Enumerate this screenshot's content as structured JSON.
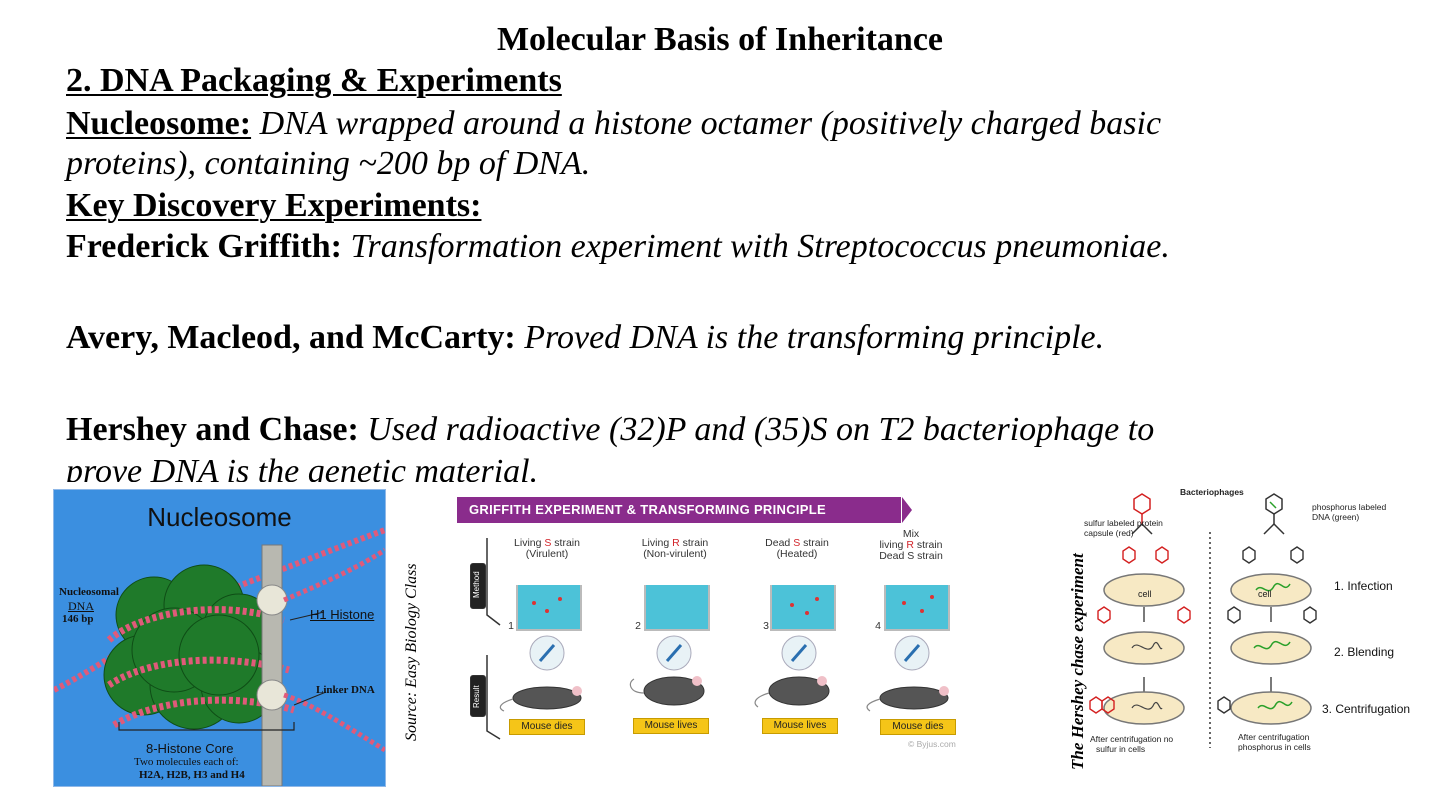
{
  "title": "Molecular Basis of Inheritance",
  "section_heading": "2. DNA Packaging & Experiments",
  "nucleosome": {
    "label": "Nucleosome:",
    "text_line1": "DNA wrapped around a histone octamer (positively charged basic",
    "text_line2": "proteins), containing ~200 bp of DNA."
  },
  "key_heading": "Key Discovery Experiments:",
  "griffith": {
    "label": "Frederick Griffith:",
    "text": "Transformation experiment with Streptococcus pneumoniae."
  },
  "avery": {
    "label": "Avery, Macleod, and McCarty:",
    "text": "Proved DNA is the transforming principle."
  },
  "hershey": {
    "label": "Hershey and Chase:",
    "text_line1": "Used radioactive (32)P and (35)S on T2 bacteriophage to",
    "text_line2": "prove DNA is the genetic material."
  },
  "figure_nucleosome": {
    "title": "Nucleosome",
    "nucleosomal_dna_1": "Nucleosomal",
    "nucleosomal_dna_2": "DNA",
    "nucleosomal_dna_3": "146 bp",
    "h1_histone": "H1 Histone",
    "linker_dna": "Linker DNA",
    "core_1": "8-Histone Core",
    "core_2": "Two molecules each of:",
    "core_3": "H2A, H2B, H3 and H4",
    "source": "Source: Easy Biology Class",
    "colors": {
      "background": "#3b8fe0",
      "histone": "#1f7a2a",
      "dna": "#e05a7a"
    }
  },
  "figure_griffith": {
    "banner": "GRIFFITH EXPERIMENT & TRANSFORMING PRINCIPLE",
    "method_tab": "Method",
    "result_tab": "Result",
    "columns": [
      {
        "num": "1",
        "line1_a": "Living ",
        "line1_b": "S",
        "line1_c": " strain",
        "line2": "(Virulent)",
        "line0": "",
        "verdict": "Mouse dies"
      },
      {
        "num": "2",
        "line1_a": "Living ",
        "line1_b": "R",
        "line1_c": " strain",
        "line2": "(Non-virulent)",
        "line0": "",
        "verdict": "Mouse lives"
      },
      {
        "num": "3",
        "line1_a": "Dead ",
        "line1_b": "S",
        "line1_c": " strain",
        "line2": "(Heated)",
        "line0": "",
        "verdict": "Mouse lives"
      },
      {
        "num": "4",
        "line0": "Mix",
        "line1_a": "living ",
        "line1_b": "R",
        "line1_c": " strain",
        "line2": "Dead S strain",
        "verdict": "Mouse dies"
      }
    ],
    "credit": "© Byjus.com",
    "colors": {
      "banner": "#8a2c8c",
      "liquid": "#4cc2d8",
      "verdict": "#f5c518"
    }
  },
  "figure_hershey": {
    "vertical_title": "The Hershey chase experiment",
    "bacteriophages": "Bacteriophages",
    "sulfur_label_1": "sulfur labeled protein",
    "sulfur_label_2": "capsule (red)",
    "phosphorus_label_1": "phosphorus labeled",
    "phosphorus_label_2": "DNA (green)",
    "cell": "cell",
    "step1": "1. Infection",
    "step2": "2. Blending",
    "step3": "3. Centrifugation",
    "left_result_1": "After centrifugation no",
    "left_result_2": "sulfur in cells",
    "right_result_1": "After centrifugation",
    "right_result_2": "phosphorus in cells",
    "colors": {
      "sulfur": "#d42020",
      "phosphorus": "#2aa02a"
    }
  }
}
